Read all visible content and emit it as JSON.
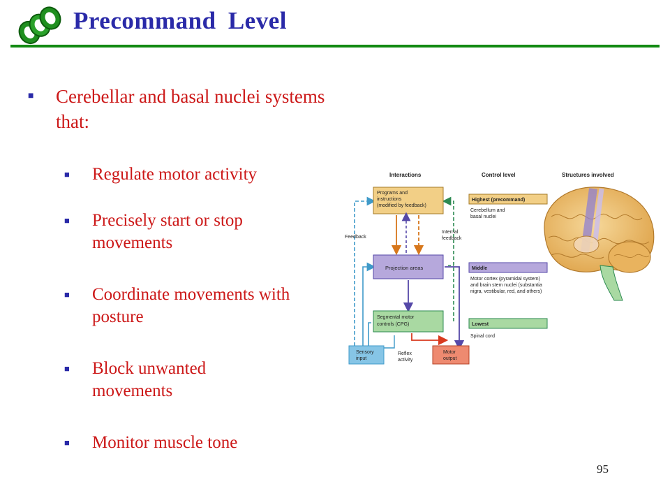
{
  "slide": {
    "title": "Precommand Level",
    "page_number": "95"
  },
  "bullets": {
    "main": "Cerebellar and basal nuclei systems that:",
    "items": [
      "Regulate motor activity",
      "Precisely start or stop movements",
      "Coordinate movements with posture",
      "Block unwanted movements",
      "Monitor muscle tone"
    ]
  },
  "figure": {
    "headers": {
      "interactions": "Interactions",
      "control_level": "Control level",
      "structures": "Structures involved"
    },
    "boxes": {
      "programs_line1": "Programs and",
      "programs_line2": "instructions",
      "programs_line3": "(modified by feedback)",
      "projection": "Projection areas",
      "segmental_line1": "Segmental motor",
      "segmental_line2": "controls (CPG)",
      "sensory_line1": "Sensory",
      "sensory_line2": "input",
      "motor_line1": "Motor",
      "motor_line2": "output"
    },
    "labels": {
      "feedback": "Feedback",
      "internal_line1": "Internal",
      "internal_line2": "feedback",
      "reflex_line1": "Reflex",
      "reflex_line2": "activity"
    },
    "levels": {
      "highest": "Highest (precommand)",
      "highest_desc_line1": "Cerebellum and",
      "highest_desc_line2": "basal nuclei",
      "middle": "Middle",
      "middle_desc_line1": "Motor cortex (pyramidal system)",
      "middle_desc_line2": "and brain stem nuclei (substantia",
      "middle_desc_line3": "nigra, vestibular, red, and others)",
      "lowest": "Lowest",
      "lowest_desc": "Spinal cord"
    },
    "colors": {
      "programs": "#f2cf86",
      "projection": "#b6a8dc",
      "segmental": "#a9d9a2",
      "sensory": "#86c5e6",
      "motor": "#ee8a70",
      "orange_arrow": "#d7771c",
      "purple_arrow": "#5548a8",
      "blue_arrow": "#3f9ac9",
      "green_arrow": "#2d8a52",
      "red_arrow": "#d93a1e"
    }
  }
}
